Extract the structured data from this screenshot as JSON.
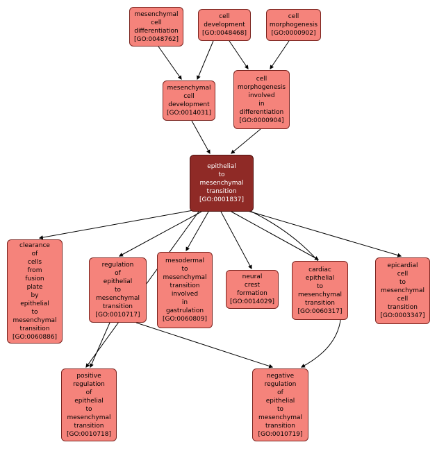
{
  "graph": {
    "type": "go-term-dag",
    "focus_term": "GO:0001837",
    "colors": {
      "background": "#ffffff",
      "node_fill": "#f5837b",
      "node_border": "#7a241f",
      "focus_fill": "#8f2a26",
      "focus_text": "#ffffff",
      "edge": "#000000"
    },
    "nodes": [
      {
        "id": "GO:0048762",
        "name": "mesenchymal cell differentiation",
        "label": "mesenchymal\ncell\ndifferentiation\n[GO:0048762]",
        "focus": false
      },
      {
        "id": "GO:0048468",
        "name": "cell development",
        "label": "cell\ndevelopment\n[GO:0048468]",
        "focus": false
      },
      {
        "id": "GO:0000902",
        "name": "cell morphogenesis",
        "label": "cell\nmorphogenesis\n[GO:0000902]",
        "focus": false
      },
      {
        "id": "GO:0014031",
        "name": "mesenchymal cell development",
        "label": "mesenchymal\ncell\ndevelopment\n[GO:0014031]",
        "focus": false
      },
      {
        "id": "GO:0000904",
        "name": "cell morphogenesis involved in differentiation",
        "label": "cell\nmorphogenesis\ninvolved\nin\ndifferentiation\n[GO:0000904]",
        "focus": false
      },
      {
        "id": "GO:0001837",
        "name": "epithelial to mesenchymal transition",
        "label": "epithelial\nto\nmesenchymal\ntransition\n[GO:0001837]",
        "focus": true
      },
      {
        "id": "GO:0060886",
        "name": "clearance of cells from fusion plate by epithelial to mesenchymal transition",
        "label": "clearance\nof\ncells\nfrom\nfusion\nplate\nby\nepithelial\nto\nmesenchymal\ntransition\n[GO:0060886]",
        "focus": false
      },
      {
        "id": "GO:0010717",
        "name": "regulation of epithelial to mesenchymal transition",
        "label": "regulation\nof\nepithelial\nto\nmesenchymal\ntransition\n[GO:0010717]",
        "focus": false
      },
      {
        "id": "GO:0060809",
        "name": "mesodermal to mesenchymal transition involved in gastrulation",
        "label": "mesodermal\nto\nmesenchymal\ntransition\ninvolved\nin\ngastrulation\n[GO:0060809]",
        "focus": false
      },
      {
        "id": "GO:0014029",
        "name": "neural crest formation",
        "label": "neural\ncrest\nformation\n[GO:0014029]",
        "focus": false
      },
      {
        "id": "GO:0060317",
        "name": "cardiac epithelial to mesenchymal transition",
        "label": "cardiac\nepithelial\nto\nmesenchymal\ntransition\n[GO:0060317]",
        "focus": false
      },
      {
        "id": "GO:0003347",
        "name": "epicardial cell to mesenchymal cell transition",
        "label": "epicardial\ncell\nto\nmesenchymal\ncell\ntransition\n[GO:0003347]",
        "focus": false
      },
      {
        "id": "GO:0010718",
        "name": "positive regulation of epithelial to mesenchymal transition",
        "label": "positive\nregulation\nof\nepithelial\nto\nmesenchymal\ntransition\n[GO:0010718]",
        "focus": false
      },
      {
        "id": "GO:0010719",
        "name": "negative regulation of epithelial to mesenchymal transition",
        "label": "negative\nregulation\nof\nepithelial\nto\nmesenchymal\ntransition\n[GO:0010719]",
        "focus": false
      }
    ],
    "edges": [
      {
        "from": "GO:0048762",
        "to": "GO:0014031"
      },
      {
        "from": "GO:0048468",
        "to": "GO:0014031"
      },
      {
        "from": "GO:0048468",
        "to": "GO:0000904"
      },
      {
        "from": "GO:0000902",
        "to": "GO:0000904"
      },
      {
        "from": "GO:0014031",
        "to": "GO:0001837"
      },
      {
        "from": "GO:0000904",
        "to": "GO:0001837"
      },
      {
        "from": "GO:0001837",
        "to": "GO:0060886"
      },
      {
        "from": "GO:0001837",
        "to": "GO:0010717"
      },
      {
        "from": "GO:0001837",
        "to": "GO:0060809"
      },
      {
        "from": "GO:0001837",
        "to": "GO:0014029"
      },
      {
        "from": "GO:0001837",
        "to": "GO:0060317"
      },
      {
        "from": "GO:0001837",
        "to": "GO:0003347"
      },
      {
        "from": "GO:0001837",
        "to": "GO:0010718"
      },
      {
        "from": "GO:0001837",
        "to": "GO:0010719"
      },
      {
        "from": "GO:0010717",
        "to": "GO:0010718"
      },
      {
        "from": "GO:0010717",
        "to": "GO:0010719"
      }
    ]
  }
}
